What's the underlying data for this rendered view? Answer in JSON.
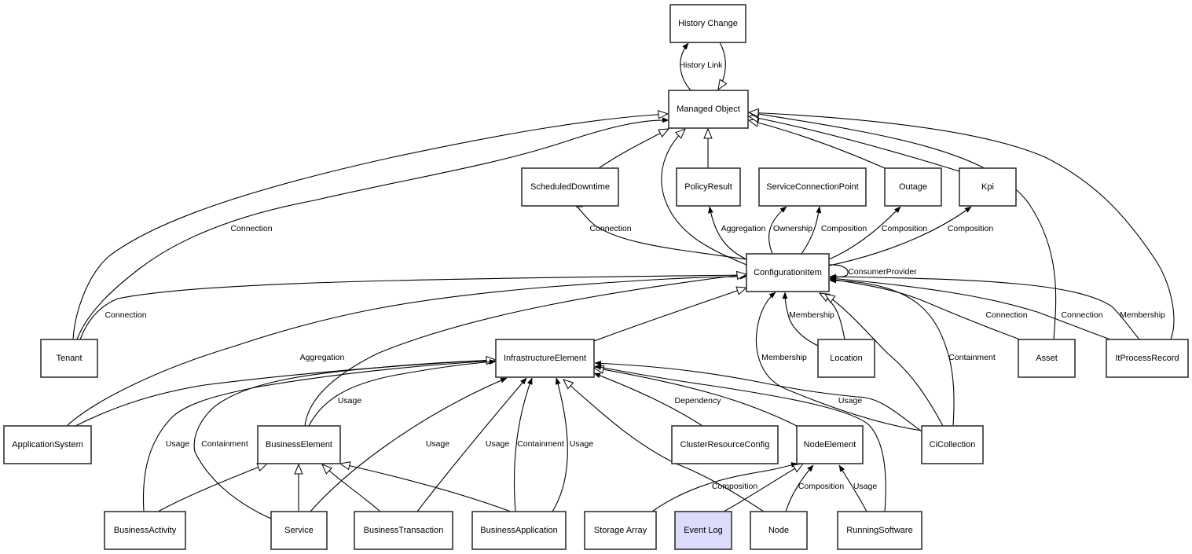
{
  "diagram": {
    "type": "class-relationship-graph",
    "highlight_color": "#dcdcfc",
    "node_fill": "#ffffff",
    "nodes": [
      {
        "id": "history-change",
        "label": "History Change"
      },
      {
        "id": "managed-object",
        "label": "Managed Object"
      },
      {
        "id": "scheduled-downtime",
        "label": "ScheduledDowntime"
      },
      {
        "id": "policy-result",
        "label": "PolicyResult"
      },
      {
        "id": "service-connection-point",
        "label": "ServiceConnectionPoint"
      },
      {
        "id": "outage",
        "label": "Outage"
      },
      {
        "id": "kpi",
        "label": "Kpi"
      },
      {
        "id": "configuration-item",
        "label": "ConfigurationItem"
      },
      {
        "id": "tenant",
        "label": "Tenant"
      },
      {
        "id": "infrastructure-element",
        "label": "InfrastructureElement"
      },
      {
        "id": "location",
        "label": "Location"
      },
      {
        "id": "asset",
        "label": "Asset"
      },
      {
        "id": "it-process-record",
        "label": "ItProcessRecord"
      },
      {
        "id": "application-system",
        "label": "ApplicationSystem"
      },
      {
        "id": "business-element",
        "label": "BusinessElement"
      },
      {
        "id": "cluster-resource-config",
        "label": "ClusterResourceConfig"
      },
      {
        "id": "node-element",
        "label": "NodeElement"
      },
      {
        "id": "ci-collection",
        "label": "CiCollection"
      },
      {
        "id": "business-activity",
        "label": "BusinessActivity"
      },
      {
        "id": "service",
        "label": "Service"
      },
      {
        "id": "business-transaction",
        "label": "BusinessTransaction"
      },
      {
        "id": "business-application",
        "label": "BusinessApplication"
      },
      {
        "id": "storage-array",
        "label": "Storage Array"
      },
      {
        "id": "event-log",
        "label": "Event Log",
        "highlighted": true
      },
      {
        "id": "node",
        "label": "Node"
      },
      {
        "id": "running-software",
        "label": "RunningSoftware"
      }
    ],
    "edges": [
      {
        "id": "e1",
        "from": "managed-object",
        "to": "history-change",
        "label": "History Link",
        "arrow": "filled"
      },
      {
        "id": "e2",
        "from": "history-change",
        "to": "managed-object",
        "label": "",
        "arrow": "hollow"
      },
      {
        "id": "e3",
        "from": "tenant",
        "to": "managed-object",
        "label": "",
        "arrow": "hollow"
      },
      {
        "id": "e4",
        "from": "tenant",
        "to": "managed-object",
        "label": "Connection",
        "arrow": "filled"
      },
      {
        "id": "e5",
        "from": "scheduled-downtime",
        "to": "managed-object",
        "label": "",
        "arrow": "hollow"
      },
      {
        "id": "e6",
        "from": "configuration-item",
        "to": "managed-object",
        "label": "",
        "arrow": "hollow"
      },
      {
        "id": "e7",
        "from": "policy-result",
        "to": "managed-object",
        "label": "",
        "arrow": "hollow"
      },
      {
        "id": "e8",
        "from": "outage",
        "to": "managed-object",
        "label": "",
        "arrow": "hollow"
      },
      {
        "id": "e9",
        "from": "kpi",
        "to": "managed-object",
        "label": "",
        "arrow": "hollow"
      },
      {
        "id": "e10",
        "from": "asset",
        "to": "managed-object",
        "label": "",
        "arrow": "hollow"
      },
      {
        "id": "e11",
        "from": "it-process-record",
        "to": "managed-object",
        "label": "",
        "arrow": "hollow"
      },
      {
        "id": "e12",
        "from": "configuration-item",
        "to": "scheduled-downtime",
        "label": "Connection",
        "arrow": "filled"
      },
      {
        "id": "e13",
        "from": "configuration-item",
        "to": "policy-result",
        "label": "Aggregation",
        "arrow": "filled"
      },
      {
        "id": "e14",
        "from": "configuration-item",
        "to": "service-connection-point",
        "label": "Ownership",
        "arrow": "filled"
      },
      {
        "id": "e15",
        "from": "configuration-item",
        "to": "service-connection-point",
        "label": "Composition",
        "arrow": "filled"
      },
      {
        "id": "e16",
        "from": "configuration-item",
        "to": "outage",
        "label": "Composition",
        "arrow": "filled"
      },
      {
        "id": "e17",
        "from": "configuration-item",
        "to": "kpi",
        "label": "Composition",
        "arrow": "filled"
      },
      {
        "id": "e18",
        "from": "configuration-item",
        "to": "configuration-item",
        "label": "ConsumerProvider",
        "arrow": "filled"
      },
      {
        "id": "e19",
        "from": "tenant",
        "to": "configuration-item",
        "label": "Connection",
        "arrow": "filled"
      },
      {
        "id": "e20",
        "from": "application-system",
        "to": "configuration-item",
        "label": "Aggregation",
        "arrow": "filled"
      },
      {
        "id": "e21",
        "from": "business-element",
        "to": "configuration-item",
        "label": "",
        "arrow": "hollow"
      },
      {
        "id": "e22",
        "from": "infrastructure-element",
        "to": "configuration-item",
        "label": "",
        "arrow": "hollow"
      },
      {
        "id": "e23",
        "from": "ci-collection",
        "to": "configuration-item",
        "label": "Membership",
        "arrow": "filled"
      },
      {
        "id": "e24",
        "from": "location",
        "to": "configuration-item",
        "label": "Membership",
        "arrow": "filled"
      },
      {
        "id": "e25",
        "from": "location",
        "to": "configuration-item",
        "label": "",
        "arrow": "hollow"
      },
      {
        "id": "e26",
        "from": "ci-collection",
        "to": "configuration-item",
        "label": "",
        "arrow": "hollow"
      },
      {
        "id": "e27",
        "from": "ci-collection",
        "to": "configuration-item",
        "label": "Containment",
        "arrow": "filled"
      },
      {
        "id": "e28",
        "from": "asset",
        "to": "configuration-item",
        "label": "Connection",
        "arrow": "filled"
      },
      {
        "id": "e29",
        "from": "it-process-record",
        "to": "configuration-item",
        "label": "Connection",
        "arrow": "filled"
      },
      {
        "id": "e30",
        "from": "it-process-record",
        "to": "configuration-item",
        "label": "Membership",
        "arrow": "filled"
      },
      {
        "id": "e31",
        "from": "application-system",
        "to": "infrastructure-element",
        "label": "",
        "arrow": "filled"
      },
      {
        "id": "e32",
        "from": "business-activity",
        "to": "infrastructure-element",
        "label": "Usage",
        "arrow": "filled"
      },
      {
        "id": "e33",
        "from": "service",
        "to": "infrastructure-element",
        "label": "Containment",
        "arrow": "hollow"
      },
      {
        "id": "e34",
        "from": "business-element",
        "to": "infrastructure-element",
        "label": "Usage",
        "arrow": "filled"
      },
      {
        "id": "e35",
        "from": "service",
        "to": "infrastructure-element",
        "label": "Usage",
        "arrow": "filled"
      },
      {
        "id": "e36",
        "from": "business-transaction",
        "to": "infrastructure-element",
        "label": "Usage",
        "arrow": "filled"
      },
      {
        "id": "e37",
        "from": "business-application",
        "to": "infrastructure-element",
        "label": "Containment",
        "arrow": "filled"
      },
      {
        "id": "e38",
        "from": "business-application",
        "to": "infrastructure-element",
        "label": "Usage",
        "arrow": "filled"
      },
      {
        "id": "e39",
        "from": "node",
        "to": "infrastructure-element",
        "label": "",
        "arrow": "hollow"
      },
      {
        "id": "e40",
        "from": "cluster-resource-config",
        "to": "infrastructure-element",
        "label": "Dependency",
        "arrow": "filled"
      },
      {
        "id": "e41",
        "from": "node-element",
        "to": "infrastructure-element",
        "label": "",
        "arrow": "hollow"
      },
      {
        "id": "e42",
        "from": "ci-collection",
        "to": "infrastructure-element",
        "label": "Usage",
        "arrow": "filled"
      },
      {
        "id": "e43",
        "from": "running-software",
        "to": "infrastructure-element",
        "label": "",
        "arrow": "filled"
      },
      {
        "id": "e44",
        "from": "business-activity",
        "to": "business-element",
        "label": "",
        "arrow": "hollow"
      },
      {
        "id": "e45",
        "from": "service",
        "to": "business-element",
        "label": "",
        "arrow": "hollow"
      },
      {
        "id": "e46",
        "from": "business-transaction",
        "to": "business-element",
        "label": "",
        "arrow": "hollow"
      },
      {
        "id": "e47",
        "from": "business-application",
        "to": "business-element",
        "label": "",
        "arrow": "hollow"
      },
      {
        "id": "e48",
        "from": "storage-array",
        "to": "node-element",
        "label": "Composition",
        "arrow": "filled"
      },
      {
        "id": "e49",
        "from": "event-log",
        "to": "node-element",
        "label": "",
        "arrow": "hollow"
      },
      {
        "id": "e50",
        "from": "node",
        "to": "node-element",
        "label": "Composition",
        "arrow": "filled"
      },
      {
        "id": "e51",
        "from": "running-software",
        "to": "node-element",
        "label": "Usage",
        "arrow": "filled"
      }
    ]
  }
}
